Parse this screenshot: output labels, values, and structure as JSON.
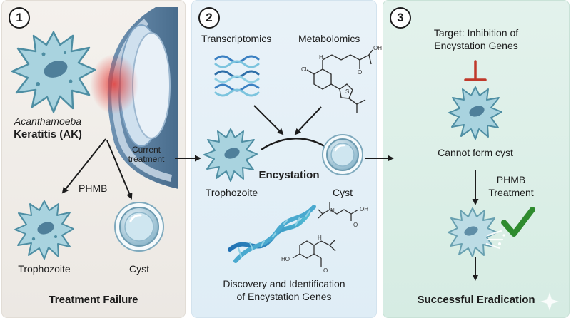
{
  "panel1": {
    "number": "1",
    "organism": "Acanthamoeba",
    "disease": "Keratitis (AK)",
    "current_treatment_line1": "Current",
    "current_treatment_line2": "treatment",
    "drug": "PHMB",
    "trophozoite": "Trophozoite",
    "cyst": "Cyst",
    "outcome": "Treatment Failure"
  },
  "panel2": {
    "number": "2",
    "transcriptomics": "Transcriptomics",
    "metabolomics": "Metabolomics",
    "trophozoite": "Trophozoite",
    "process": "Encystation",
    "cyst": "Cyst",
    "discovery_line1": "Discovery and Identification",
    "discovery_line2": "of Encystation Genes",
    "molecule_atom_cl": "Cl",
    "molecule_atom_nh": "H",
    "molecule_atom_o": "O",
    "molecule_atom_oh": "OH",
    "molecule_atom_s": "S",
    "molecule_atom_n": "N",
    "molecule_atom_ho": "HO"
  },
  "panel3": {
    "number": "3",
    "target_line1": "Target: Inhibition of",
    "target_line2": "Encystation Genes",
    "cannot": "Cannot form cyst",
    "treatment_line1": "PHMB",
    "treatment_line2": "Treatment",
    "outcome": "Successful Eradication"
  },
  "colors": {
    "amoeba_fill": "#a9d3df",
    "amoeba_stroke": "#4e8ea3",
    "nucleus": "#4f7f9a",
    "cyst_outer": "#9cc3d6",
    "inhibit": "#c0392b",
    "check": "#2e8b2e"
  }
}
